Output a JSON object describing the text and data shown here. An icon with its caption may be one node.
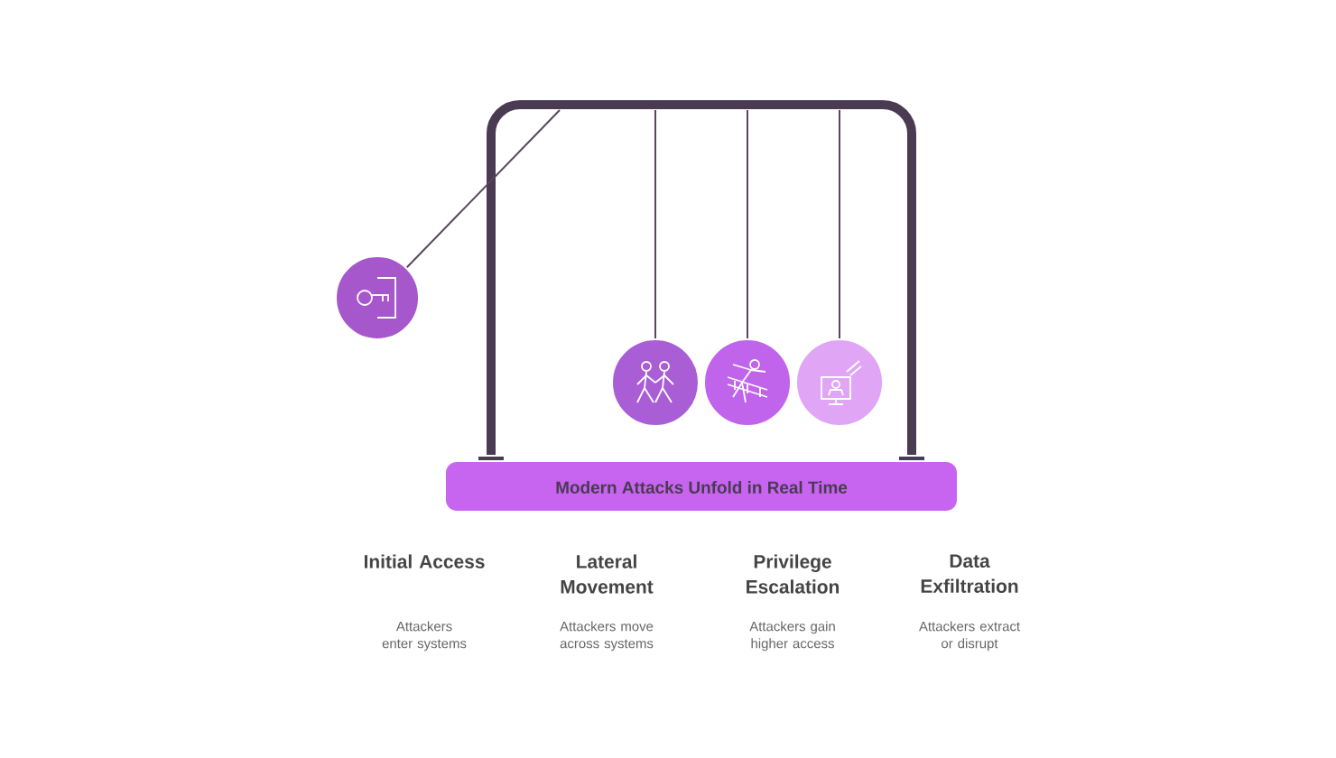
{
  "diagram": {
    "nodes": [
      {
        "text": [
          "Modern Attacks Unfold in Real Time"
        ]
      },
      {
        "text": [],
        "shape": "circle"
      },
      {
        "text": [],
        "shape": "circle"
      },
      {
        "text": [],
        "shape": "circle"
      },
      {
        "text": [],
        "shape": "circle"
      }
    ],
    "edges": [
      {
        "from": null,
        "to": 1,
        "arrow": "none"
      },
      {
        "from": null,
        "to": 2,
        "arrow": "none"
      },
      {
        "from": null,
        "to": 3,
        "arrow": "none"
      },
      {
        "from": null,
        "to": 4,
        "arrow": "none"
      }
    ],
    "labels": [
      "Initial Access",
      "Lateral Movement",
      "Privilege Escalation",
      "Data Exfiltration",
      "Attackers enter systems",
      "Attackers move across systems",
      "Attackers gain higher access",
      "Attackers extract or disrupt"
    ]
  }
}
